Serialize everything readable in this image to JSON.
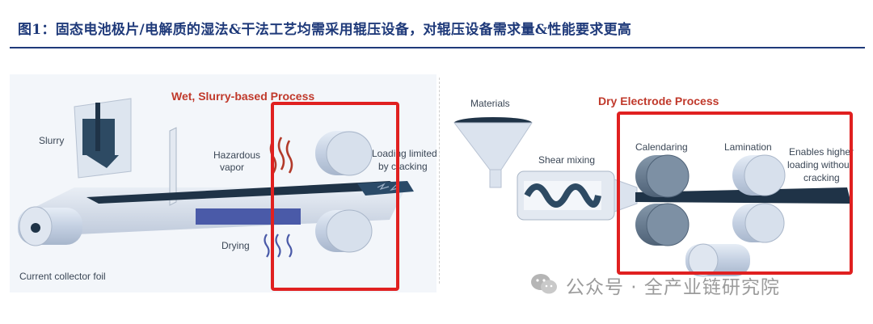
{
  "caption": "图1：固态电池极片/电解质的湿法&干法工艺均需采用辊压设备，对辊压设备需求量&性能要求更高",
  "colors": {
    "caption": "#1f3a7a",
    "process_title": "#c0392b",
    "highlight_box": "#e02020",
    "roller": "#c8d4e6",
    "dark_roller": "#5f7287",
    "sheet": "#1f3347",
    "vapor": "#b23a2a",
    "drying_bar": "#4a5aa8"
  },
  "wet": {
    "title": "Wet, Slurry-based Process",
    "slurry": "Slurry",
    "vapor": "Hazardous vapor",
    "loading_line1": "Loading limited",
    "loading_line2": "by cracking",
    "drying": "Drying",
    "foil": "Current collector foil"
  },
  "dry": {
    "title": "Dry Electrode Process",
    "materials": "Materials",
    "shear": "Shear mixing",
    "calendaring": "Calendaring",
    "lamination": "Lamination",
    "enables_line1": "Enables higher",
    "enables_line2": "loading without",
    "enables_line3": "cracking"
  },
  "watermark": {
    "icon": "wechat-icon",
    "text": "公众号 · 全产业链研究院"
  }
}
